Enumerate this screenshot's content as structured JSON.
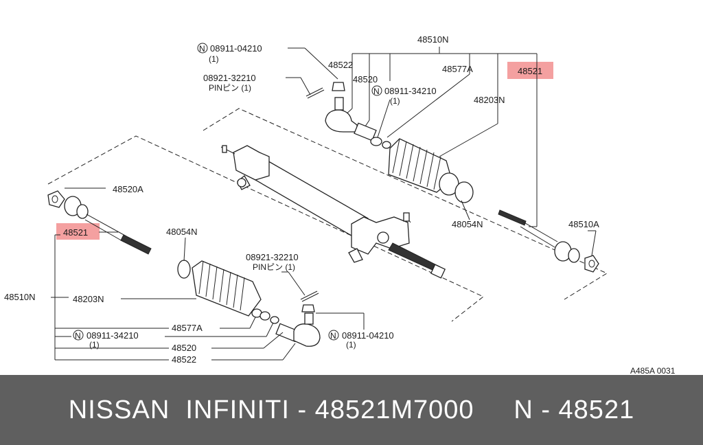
{
  "labels": {
    "top_nut_part": "08911-04210",
    "top_nut_qty": "(1)",
    "top_pin_part": "08921-32210",
    "top_pin_name": "PINピン (1)",
    "top_assembly": "48510N",
    "top_48522": "48522",
    "top_48520": "48520",
    "top_48577a": "48577A",
    "top_48521": "48521",
    "top_mid_nut_part": "08911-34210",
    "top_mid_nut_qty": "(1)",
    "top_48203n": "48203N",
    "right_48054n": "48054N",
    "right_48510a": "48510A",
    "left_48520a": "48520A",
    "left_48521": "48521",
    "left_48054n": "48054N",
    "bottom_pin_part": "08921-32210",
    "bottom_pin_name": "PINピン (1)",
    "left_48510n": "48510N",
    "left_48203n": "48203N",
    "left_48577a": "48577A",
    "bottom_nut_part": "08911-34210",
    "bottom_nut_qty": "(1)",
    "bottom_right_nut_part": "08911-04210",
    "bottom_right_nut_qty": "(1)",
    "left_48520": "48520",
    "left_48522": "48522",
    "diagram_code": "A485A 0031",
    "n_symbol": "N"
  },
  "highlight_color": "#f4a0a0",
  "footer": {
    "text": "NISSAN  INFINITI - 48521M7000     N - 48521"
  }
}
